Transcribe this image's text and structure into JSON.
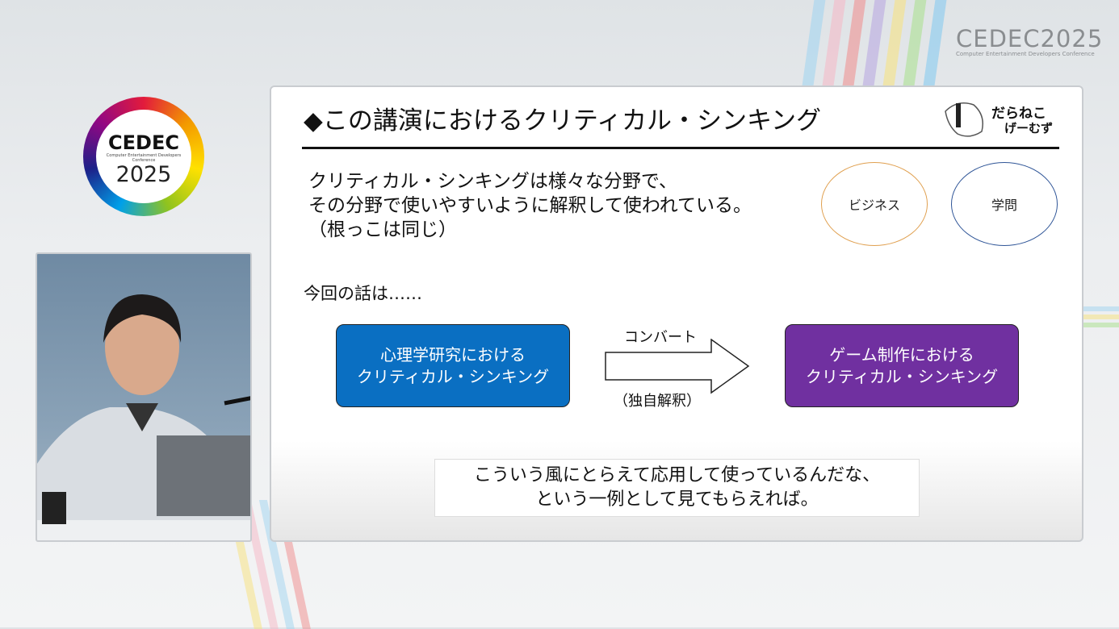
{
  "event_logo": {
    "name": "CEDEC",
    "year": "2025",
    "tagline": "Computer Entertainment Developers Conference"
  },
  "slide": {
    "title": "◆この講演におけるクリティカル・シンキング",
    "brand_logo_text": [
      "だらねこ",
      "げーむず"
    ],
    "body_lines": [
      "クリティカル・シンキングは様々な分野で、",
      "その分野で使いやすいように解釈して使われている。",
      "（根っこは同じ）"
    ],
    "fields": [
      {
        "label": "ビジネス",
        "color": "#e0a050"
      },
      {
        "label": "学問",
        "color": "#2f5597"
      }
    ],
    "intro": "今回の話は……",
    "source_box": {
      "lines": [
        "心理学研究における",
        "クリティカル・シンキング"
      ],
      "color": "#0a6fc2"
    },
    "arrow_label_top": "コンバート",
    "arrow_label_bottom": "（独自解釈）",
    "target_box": {
      "lines": [
        "ゲーム制作における",
        "クリティカル・シンキング"
      ],
      "color": "#7030a0"
    },
    "caption_lines": [
      "こういう風にとらえて応用して使っているんだな、",
      "という一例として見てもらえれば。"
    ]
  }
}
